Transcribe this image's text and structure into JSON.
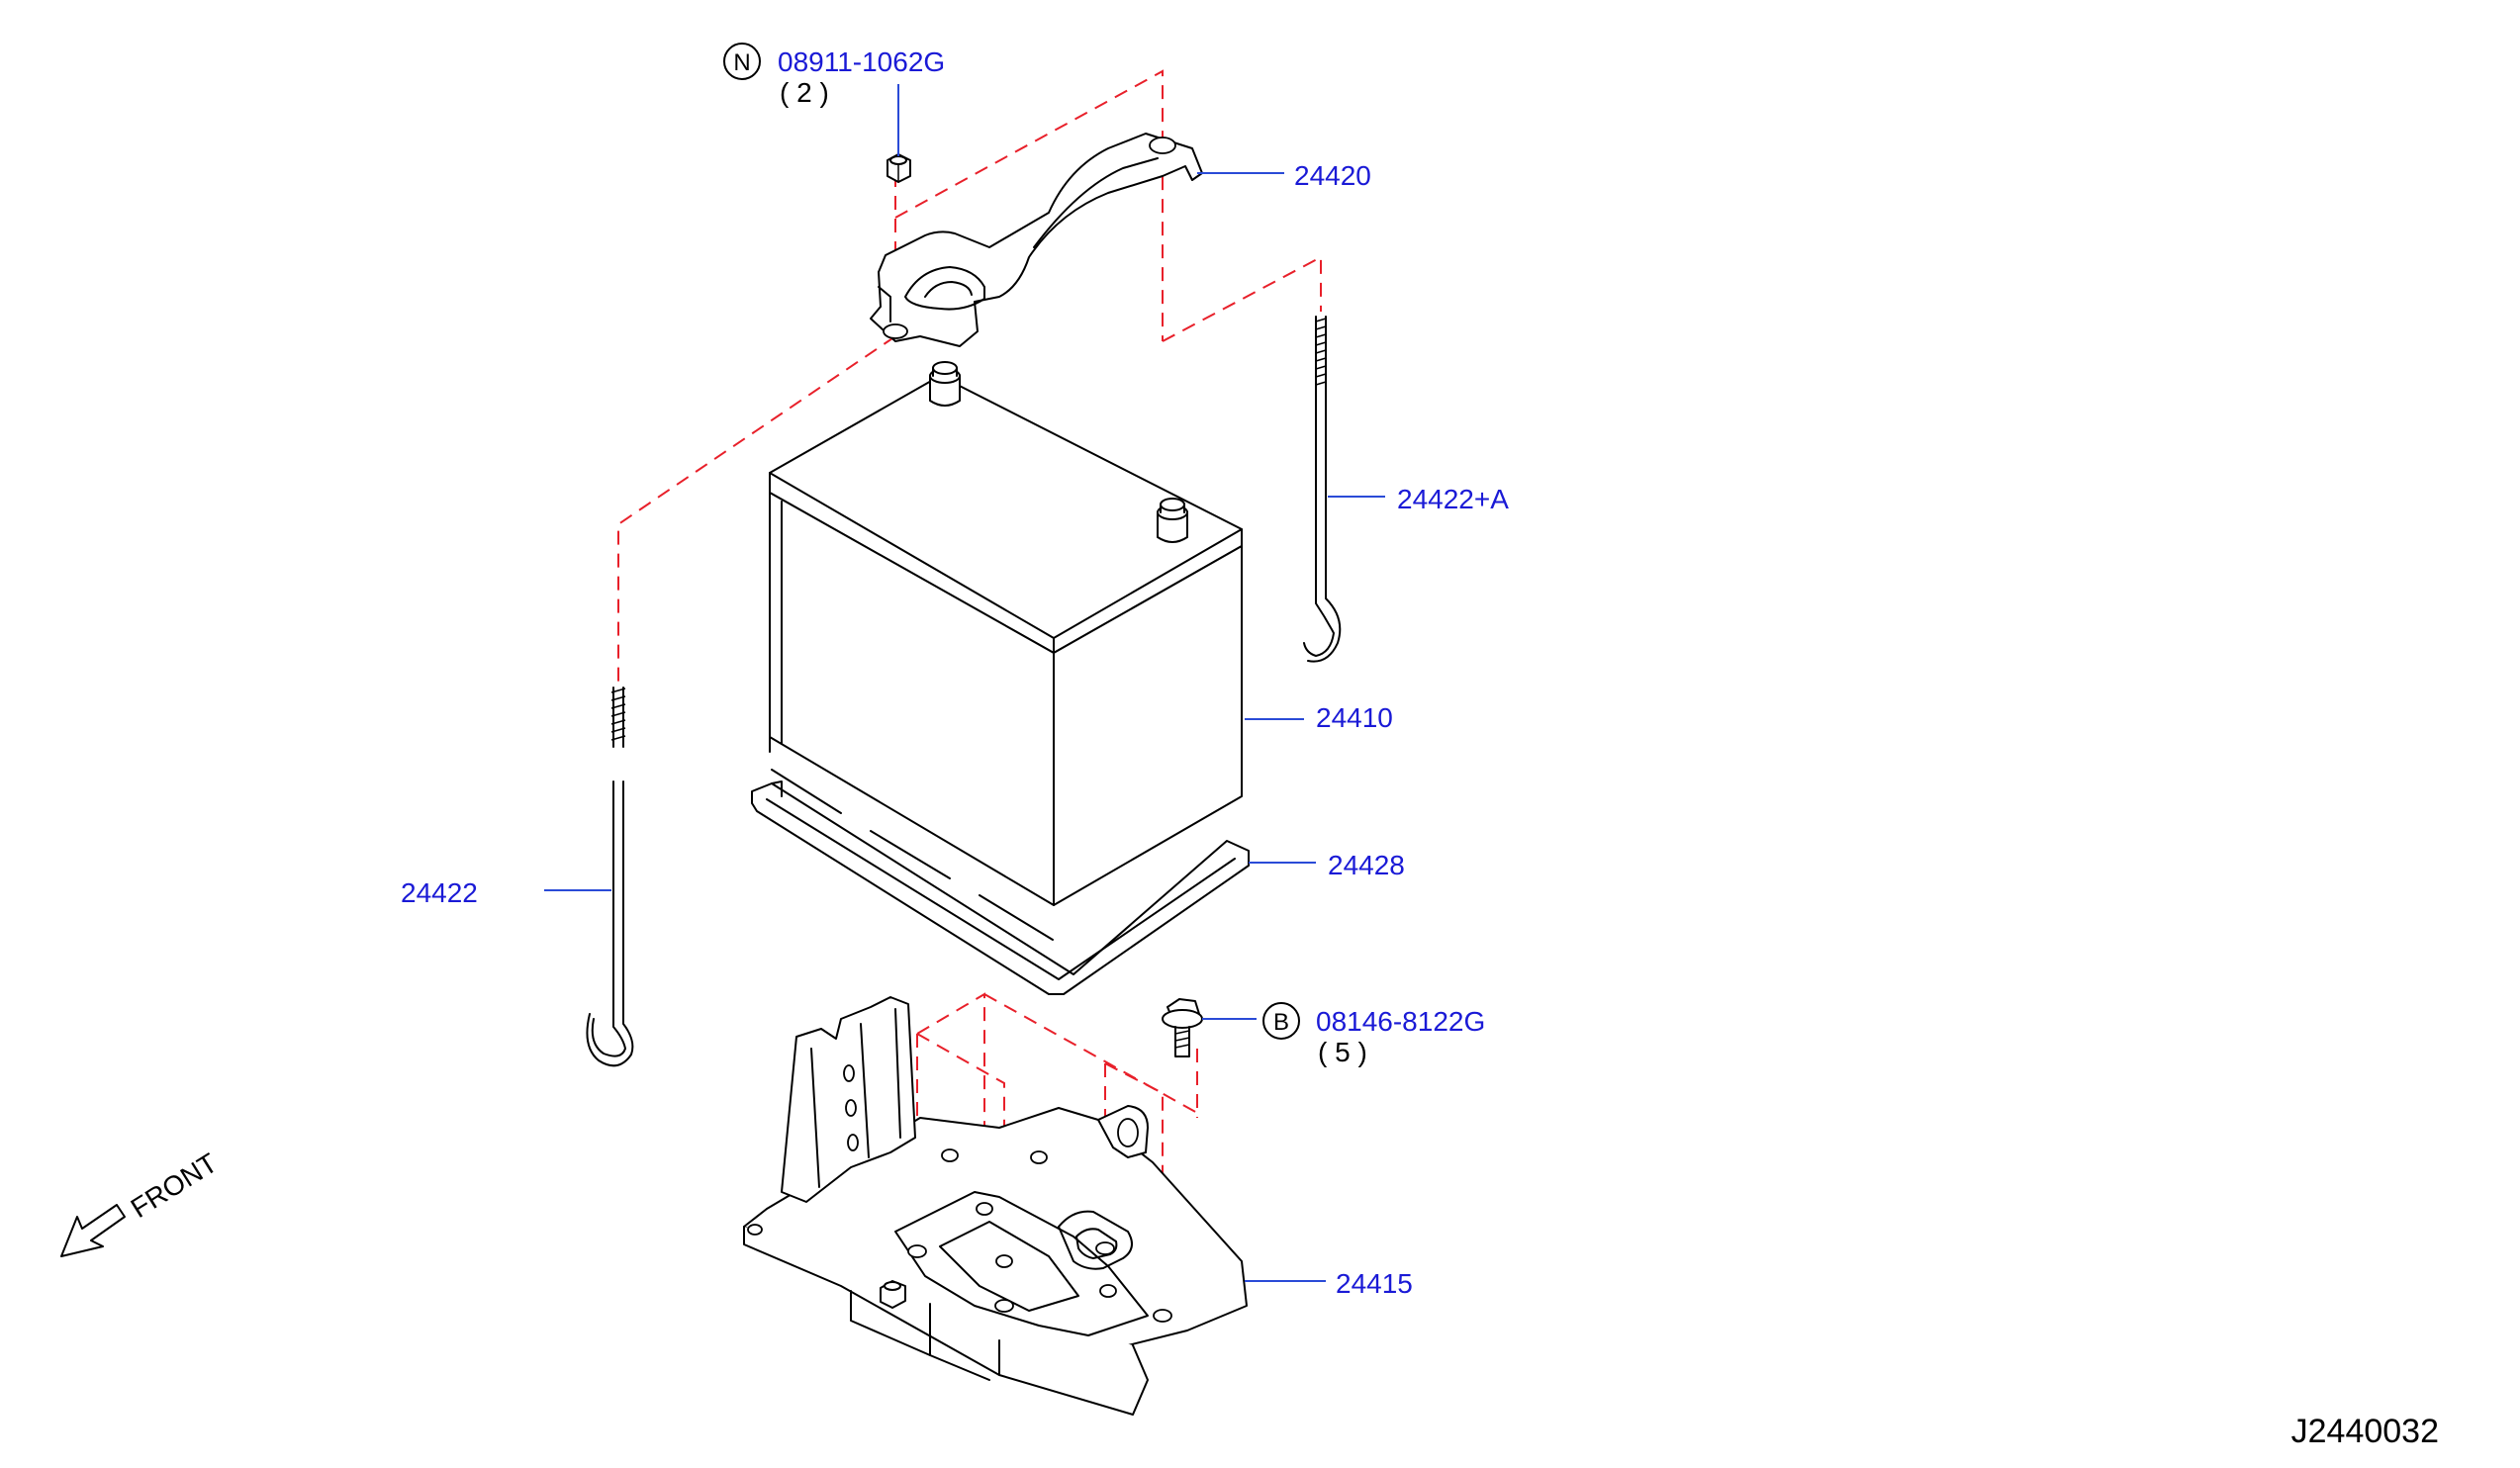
{
  "colors": {
    "part_number": "#1a1ad6",
    "leader_line": "#2a4bd7",
    "assembly_dash": "#e8202a",
    "outline": "#000000",
    "background": "#ffffff"
  },
  "callouts": [
    {
      "id": "nut",
      "symbol": "N",
      "part_number": "08911-1062G",
      "quantity": "( 2 )"
    },
    {
      "id": "hold-down-frame",
      "part_number": "24420"
    },
    {
      "id": "rod-right",
      "part_number": "24422+A"
    },
    {
      "id": "battery",
      "part_number": "24410"
    },
    {
      "id": "tray",
      "part_number": "24428"
    },
    {
      "id": "rod-left",
      "part_number": "24422"
    },
    {
      "id": "bolt",
      "symbol": "B",
      "part_number": "08146-8122G",
      "quantity": "( 5 )"
    },
    {
      "id": "bracket",
      "part_number": "24415"
    }
  ],
  "front_indicator": {
    "label": "FRONT",
    "icon": "arrow-front-icon"
  },
  "diagram_code": "J2440032"
}
